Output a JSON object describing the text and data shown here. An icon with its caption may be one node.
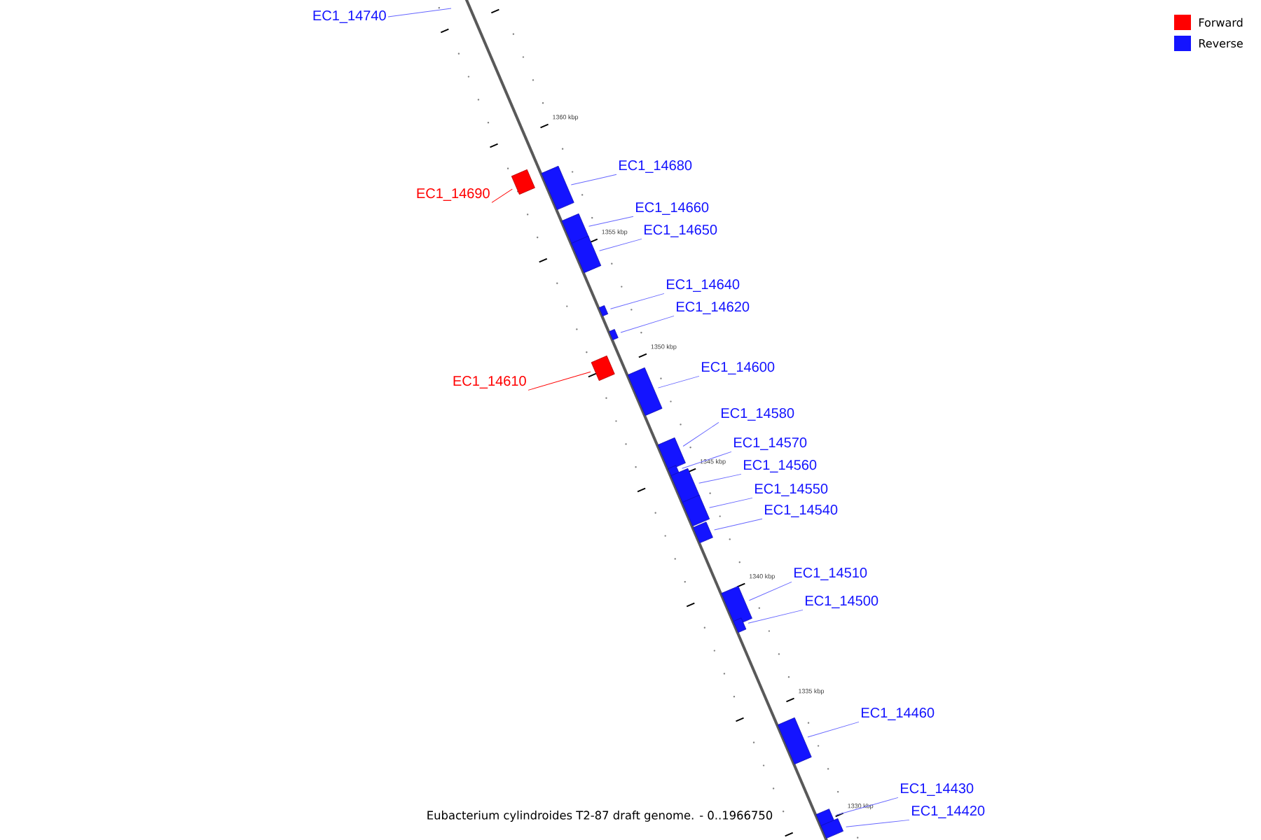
{
  "diagram": {
    "caption": "Eubacterium cylindroides T2-87 draft genome. - 0..1966750",
    "nodes": [
      {
        "text": [
          "EC1_14740"
        ]
      },
      {
        "text": [
          "EC1_14690"
        ]
      },
      {
        "text": [],
        "shape": "box"
      },
      {
        "text": [
          "EC1_14680"
        ]
      },
      {
        "text": [],
        "shape": "box"
      },
      {
        "text": [
          "EC1_14660"
        ]
      },
      {
        "text": [],
        "shape": "box"
      },
      {
        "text": [
          "EC1_14650"
        ]
      },
      {
        "text": [],
        "shape": "box"
      },
      {
        "text": [
          "EC1_14640"
        ]
      },
      {
        "text": [],
        "shape": "box"
      },
      {
        "text": [
          "EC1_14620"
        ]
      },
      {
        "text": [],
        "shape": "box"
      },
      {
        "text": [
          "EC1_14610"
        ]
      },
      {
        "text": [],
        "shape": "box"
      },
      {
        "text": [
          "EC1_14600"
        ]
      },
      {
        "text": [],
        "shape": "box"
      },
      {
        "text": [
          "EC1_14580"
        ]
      },
      {
        "text": [],
        "shape": "box"
      },
      {
        "text": [
          "EC1_14570"
        ]
      },
      {
        "text": [],
        "shape": "box"
      },
      {
        "text": [
          "EC1_14560"
        ]
      },
      {
        "text": [],
        "shape": "box"
      },
      {
        "text": [
          "EC1_14550"
        ]
      },
      {
        "text": [],
        "shape": "box"
      },
      {
        "text": [
          "EC1_14540"
        ]
      },
      {
        "text": [],
        "shape": "box"
      },
      {
        "text": [
          "EC1_14510"
        ]
      },
      {
        "text": [],
        "shape": "box"
      },
      {
        "text": [
          "EC1_14500"
        ]
      },
      {
        "text": [],
        "shape": "box"
      },
      {
        "text": [
          "EC1_14460"
        ]
      },
      {
        "text": [],
        "shape": "box"
      },
      {
        "text": [
          "EC1_14430"
        ]
      },
      {
        "text": [],
        "shape": "box"
      },
      {
        "text": [
          "EC1_14420"
        ]
      },
      {
        "text": [],
        "shape": "box"
      }
    ],
    "edges": [
      {
        "from": 0,
        "to": null,
        "arrow": "none"
      },
      {
        "from": 1,
        "to": 2,
        "arrow": "none",
        "color": "#ff0000"
      },
      {
        "from": 3,
        "to": 4,
        "arrow": "none"
      },
      {
        "from": 5,
        "to": 6,
        "arrow": "none"
      },
      {
        "from": 7,
        "to": 8,
        "arrow": "none"
      },
      {
        "from": 9,
        "to": 10,
        "arrow": "none"
      },
      {
        "from": 11,
        "to": 12,
        "arrow": "none"
      },
      {
        "from": 13,
        "to": 14,
        "arrow": "none",
        "color": "#ff0000"
      },
      {
        "from": 15,
        "to": 16,
        "arrow": "none"
      },
      {
        "from": 17,
        "to": 18,
        "arrow": "none"
      },
      {
        "from": 19,
        "to": 20,
        "arrow": "none"
      },
      {
        "from": 21,
        "to": 22,
        "arrow": "none"
      },
      {
        "from": 23,
        "to": 24,
        "arrow": "none"
      },
      {
        "from": 25,
        "to": 26,
        "arrow": "none"
      },
      {
        "from": 27,
        "to": 28,
        "arrow": "none"
      },
      {
        "from": 29,
        "to": 30,
        "arrow": "none"
      },
      {
        "from": 31,
        "to": 32,
        "arrow": "none"
      },
      {
        "from": 33,
        "to": 34,
        "arrow": "none"
      },
      {
        "from": 35,
        "to": 36,
        "arrow": "none"
      }
    ],
    "labels": [
      "1360 kbp",
      "1355 kbp",
      "1350 kbp",
      "1345 kbp",
      "1340 kbp",
      "1335 kbp",
      "1330 kbp"
    ],
    "legend": [
      {
        "text": "Forward",
        "color": "#ff0000"
      },
      {
        "text": "Reverse",
        "color": "#1414ff"
      }
    ]
  }
}
